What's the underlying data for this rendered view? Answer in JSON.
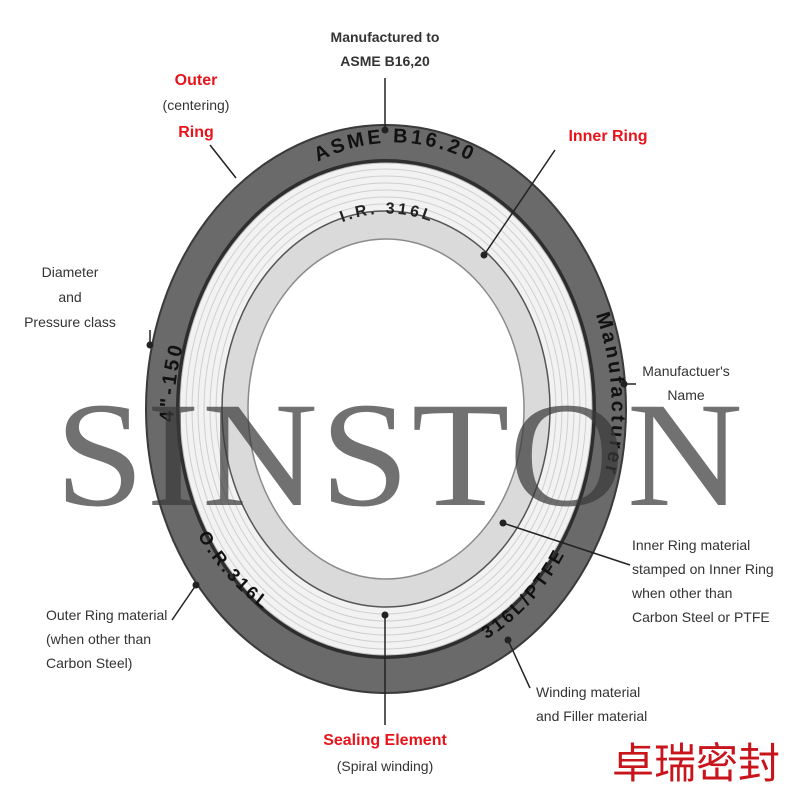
{
  "colors": {
    "outer_ring": "#6a6a6a",
    "spiral": "#e2e2e2",
    "inner_ring": "#dcdcdc",
    "label_red": "#e8141b",
    "watermark_cn": "#c8141b"
  },
  "ring_text": {
    "top": "ASME B16.20",
    "left": "4\"-150",
    "right": "Manufacturer",
    "bottom_left": "O.R.316L",
    "bottom_right": "316L/PTFE",
    "inner": "I.R. 316L"
  },
  "labels": {
    "manufactured": [
      "Manufactured to",
      "ASME B16,20"
    ],
    "outer_ring": {
      "line1": "Outer",
      "line2": "(centering)",
      "line3": "Ring"
    },
    "inner_ring": "Inner Ring",
    "diameter": [
      "Diameter",
      "and",
      "Pressure class"
    ],
    "manufacturer_name": [
      "Manufactuer's",
      "Name"
    ],
    "inner_material": [
      "Inner Ring material",
      "stamped on Inner Ring",
      "when other than",
      "Carbon Steel or PTFE"
    ],
    "outer_material": [
      "Outer Ring material",
      "(when other than",
      "Carbon Steel)"
    ],
    "winding": [
      "Winding material",
      "and Filler material"
    ],
    "sealing": {
      "line1": "Sealing Element",
      "line2": "(Spiral winding)"
    }
  },
  "watermark": {
    "text": "SINSTON",
    "chinese": "卓瑞密封"
  }
}
